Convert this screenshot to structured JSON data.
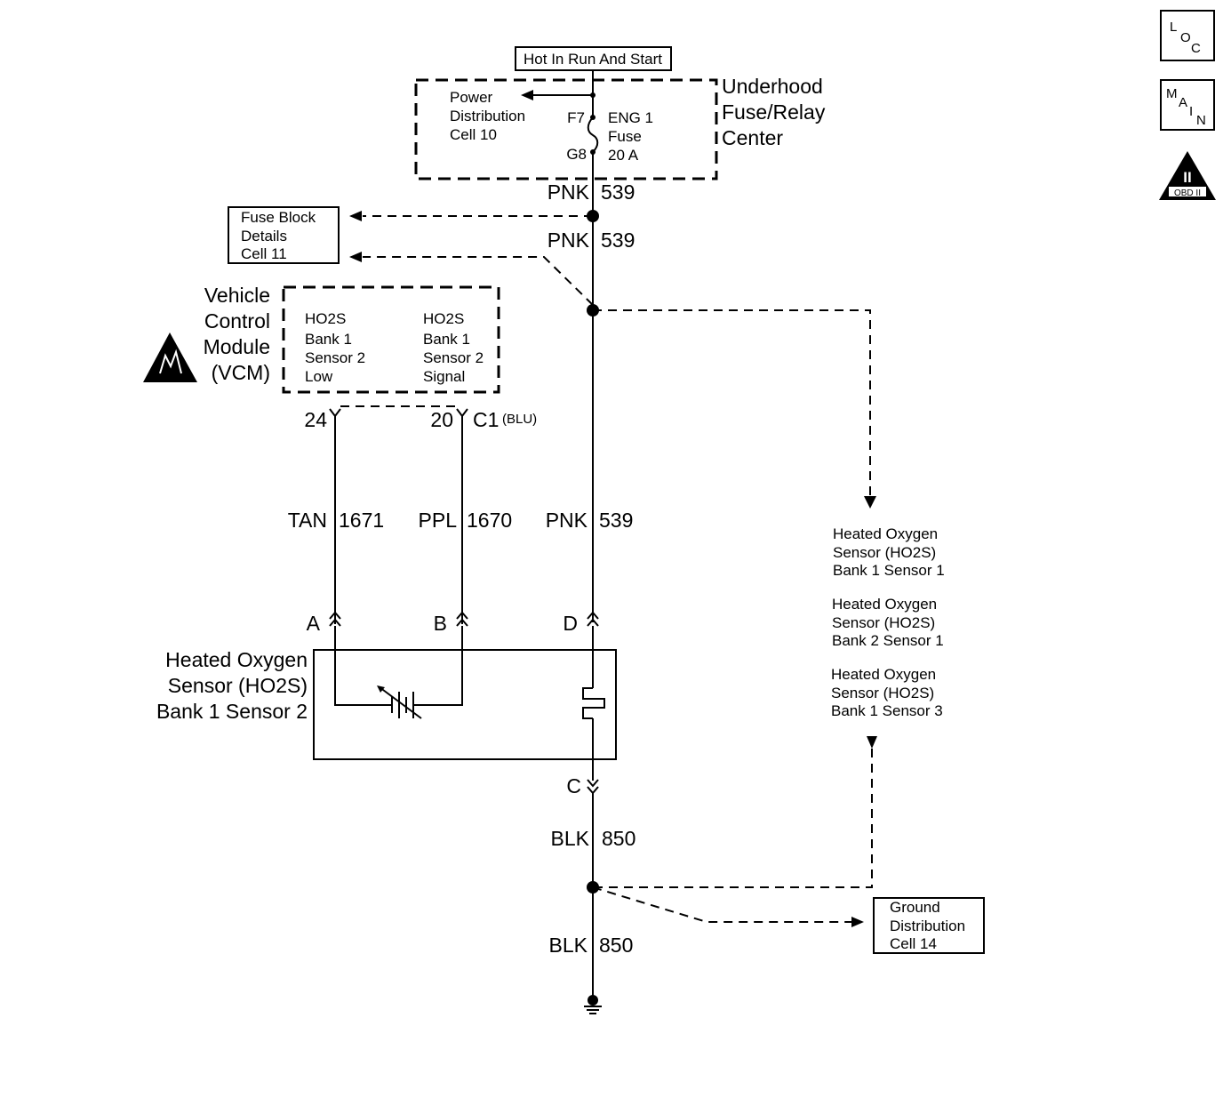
{
  "header": {
    "power_label": "Hot In Run And Start"
  },
  "fuse_center": {
    "title": [
      "Underhood",
      "Fuse/Relay",
      "Center"
    ],
    "power_dist": [
      "Power",
      "Distribution",
      "Cell 10"
    ],
    "fuse_in": "F7",
    "fuse_out": "G8",
    "fuse_label": [
      "ENG 1",
      "Fuse",
      "20 A"
    ]
  },
  "fuse_block_ref": [
    "Fuse Block",
    "Details",
    "Cell 11"
  ],
  "vcm": {
    "title": [
      "Vehicle",
      "Control",
      "Module",
      "(VCM)"
    ],
    "left_pin": [
      "HO2S",
      "Bank 1",
      "Sensor 2",
      "Low"
    ],
    "right_pin": [
      "HO2S",
      "Bank 1",
      "Sensor 2",
      "Signal"
    ],
    "pin_24": "24",
    "pin_20": "20",
    "connector": "C1",
    "connector_color": "(BLU)"
  },
  "wires": {
    "pnk_color": "PNK",
    "pnk_circuit": "539",
    "tan_color": "TAN",
    "tan_circuit": "1671",
    "ppl_color": "PPL",
    "ppl_circuit": "1670",
    "blk_color": "BLK",
    "blk_circuit": "850"
  },
  "sensor": {
    "title": [
      "Heated Oxygen",
      "Sensor (HO2S)",
      "Bank 1 Sensor 2"
    ],
    "pin_a": "A",
    "pin_b": "B",
    "pin_d": "D",
    "pin_c": "C"
  },
  "other_sensors": [
    [
      "Heated Oxygen",
      "Sensor (HO2S)",
      "Bank 1 Sensor 1"
    ],
    [
      "Heated Oxygen",
      "Sensor (HO2S)",
      "Bank 2 Sensor 1"
    ],
    [
      "Heated Oxygen",
      "Sensor (HO2S)",
      "Bank 1 Sensor 3"
    ]
  ],
  "ground_ref": [
    "Ground",
    "Distribution",
    "Cell 14"
  ],
  "side_icons": {
    "loc": [
      "L",
      "O",
      "C"
    ],
    "main": [
      "M",
      "A",
      "I",
      "N"
    ],
    "obd": [
      "II",
      "OBD II"
    ]
  }
}
